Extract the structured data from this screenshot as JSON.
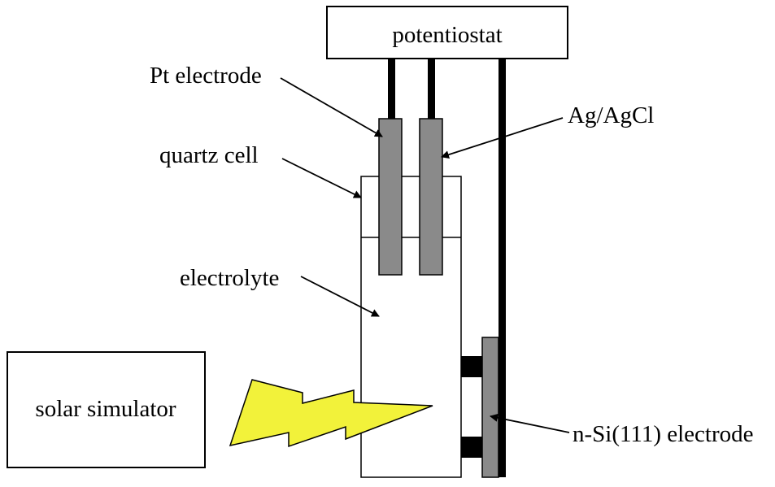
{
  "labels": {
    "potentiostat": "potentiostat",
    "pt_electrode": "Pt electrode",
    "ag_agcl": "Ag/AgCl",
    "quartz_cell": "quartz cell",
    "electrolyte": "electrolyte",
    "solar_simulator": "solar simulator",
    "n_si_electrode": "n-Si(111) electrode"
  },
  "colors": {
    "line": "#000000",
    "electrode_fill": "#8a8a8a",
    "light_bolt_fill": "#f2f23a",
    "box_fill": "#ffffff"
  }
}
